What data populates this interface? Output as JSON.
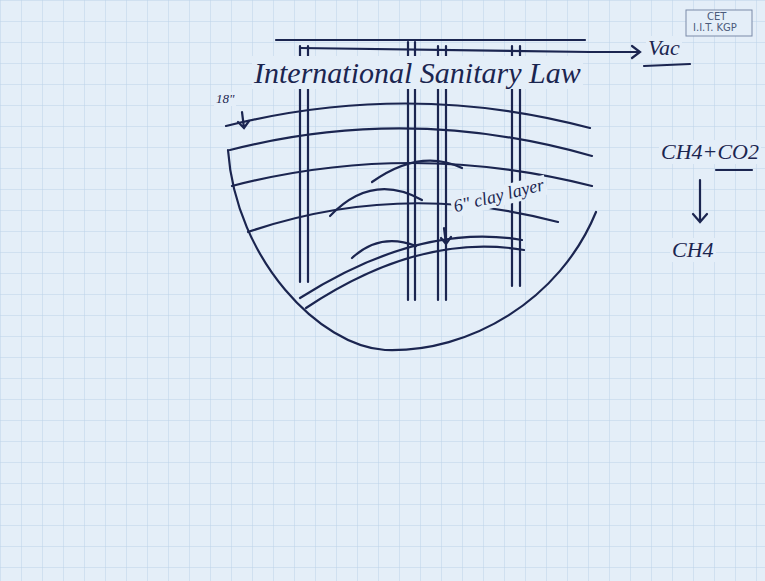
{
  "diagram": {
    "labels": [
      "International Sanitary Law",
      "Vac",
      "CET",
      "I.I.T. KGP",
      "CH4+CO2",
      "CH4",
      "6\" clay layer",
      "18\""
    ]
  }
}
